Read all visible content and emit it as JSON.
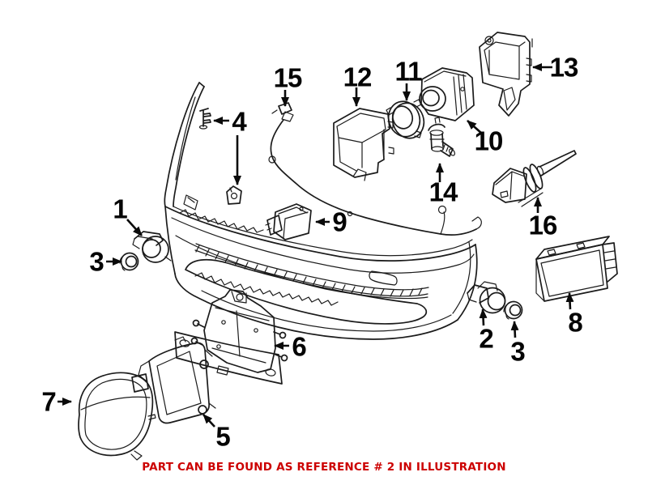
{
  "illustration": {
    "caption": "PART CAN BE FOUND AS REFERENCE # 2 IN ILLUSTRATION",
    "caption_color": "#cc0000",
    "background_color": "#ffffff",
    "line_color": "#1b1b1b",
    "callouts": [
      {
        "number": "1"
      },
      {
        "number": "2"
      },
      {
        "number": "3"
      },
      {
        "number": "3"
      },
      {
        "number": "4"
      },
      {
        "number": "5"
      },
      {
        "number": "6"
      },
      {
        "number": "7"
      },
      {
        "number": "8"
      },
      {
        "number": "9"
      },
      {
        "number": "10"
      },
      {
        "number": "11"
      },
      {
        "number": "12"
      },
      {
        "number": "13"
      },
      {
        "number": "14"
      },
      {
        "number": "15"
      },
      {
        "number": "16"
      }
    ]
  }
}
